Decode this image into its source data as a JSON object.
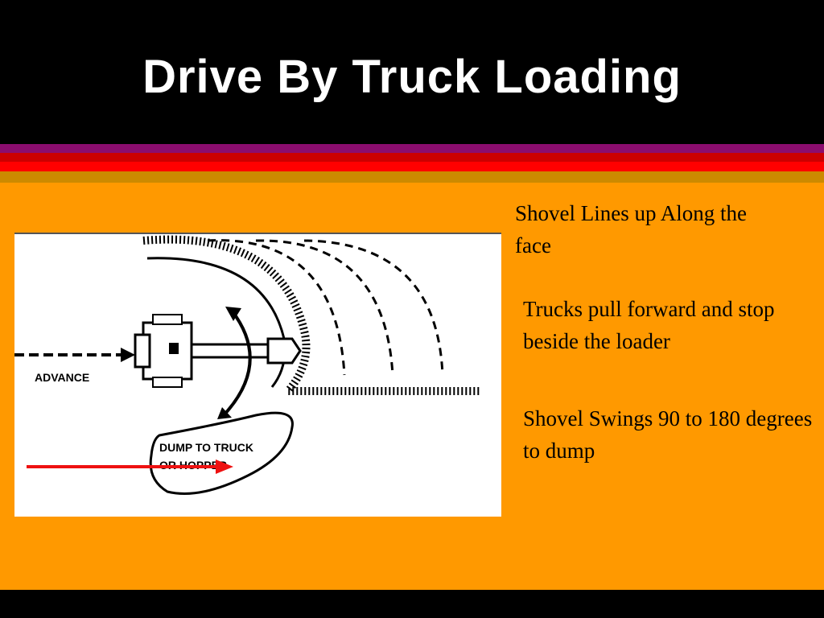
{
  "slide": {
    "title": "Drive By Truck Loading",
    "bullets": [
      "Shovel Lines up Along the face",
      "Trucks pull forward and stop beside the loader",
      "Shovel Swings 90 to 180 degrees to dump"
    ]
  },
  "diagram": {
    "labels": {
      "advance": "ADVANCE",
      "dump_line1": "DUMP TO TRUCK",
      "dump_line2": "OR HOPPER"
    }
  },
  "colors": {
    "background": "#000000",
    "content_area": "#ff9900",
    "stripe_purple": "#8b0d6e",
    "stripe_red": "#ff0000",
    "arrow_red": "#ee1111"
  }
}
